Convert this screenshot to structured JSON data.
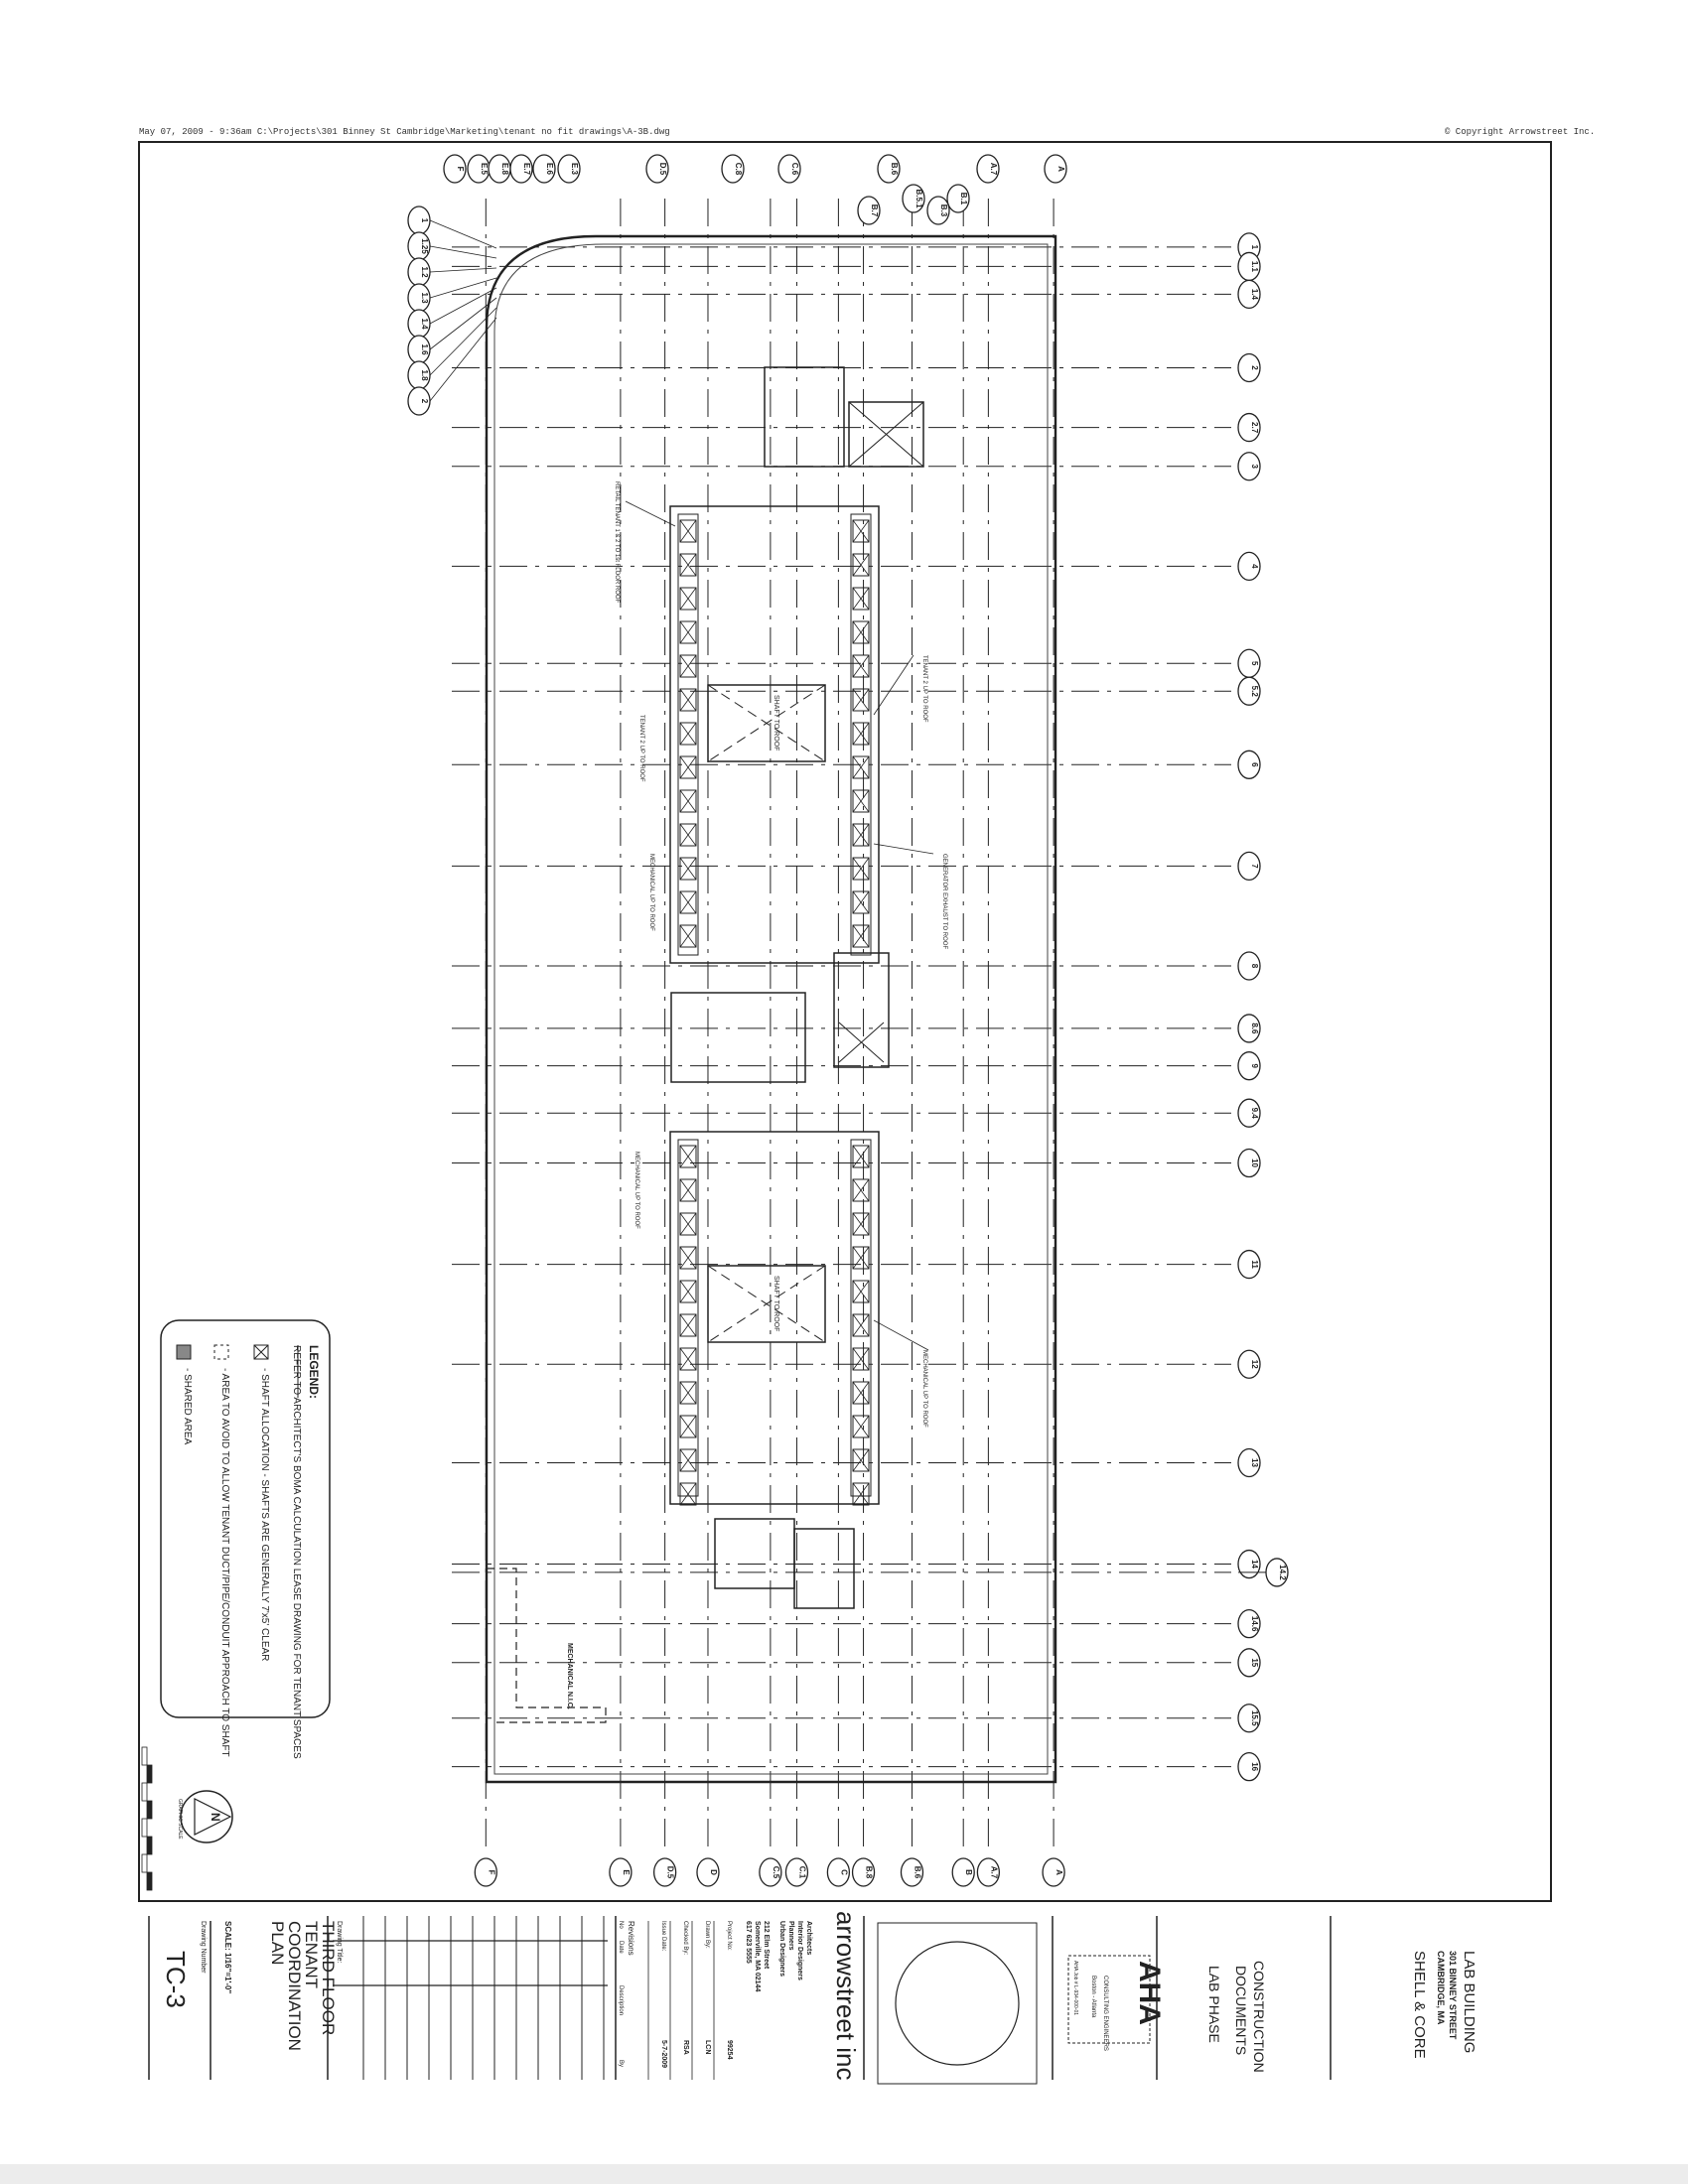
{
  "header": {
    "plot_stamp": "May 07, 2009 - 9:36am C:\\Projects\\301 Binney St Cambridge\\Marketing\\tenant no fit drawings\\A-3B.dwg",
    "copyright": "© Copyright Arrowstreet Inc."
  },
  "grid": {
    "rows": [
      "1",
      "1.1",
      "1.4",
      "2",
      "2.7",
      "3",
      "4",
      "5",
      "5.2",
      "6",
      "7",
      "8",
      "8.6",
      "9",
      "9.4",
      "10",
      "11",
      "12",
      "13",
      "14",
      "14.2",
      "14.6",
      "15",
      "15.5",
      "16"
    ],
    "left_rows": [
      "1",
      "1.25",
      "1.2",
      "1.3",
      "1.4",
      "1.6",
      "1.8",
      "2"
    ],
    "top_cols": [
      "F",
      "E.5",
      "E.8",
      "E.7",
      "E.6",
      "E.3",
      "D.5",
      "C.8",
      "C.6",
      "B.6",
      "B.7",
      "B.5.1",
      "B.3",
      "B.1",
      "A.7",
      "A"
    ],
    "bottom_cols": [
      "F",
      "E",
      "D.5",
      "D",
      "C.5",
      "C.1",
      "C",
      "B.8",
      "B.6",
      "B",
      "A.7",
      "A"
    ]
  },
  "plan_notes": {
    "mechanical": "MECHANICAL N.I.C.",
    "shaft_note_1": "TENANT 2 UP TO ROOF",
    "shaft_note_2": "MECHANICAL UP TO ROOF",
    "shaft_note_3": "RETAIL TENANT 1 & 2 TO 1st FLOOR ROOF",
    "shaft_note_4": "GENERATOR EXHAUST TO ROOF",
    "void_label": "SHAFT TO ROOF"
  },
  "legend": {
    "title": "LEGEND:",
    "intro": "REFER TO ARCHITECT'S BOMA CALCULATION LEASE DRAWING FOR TENANT SPACES",
    "items": [
      {
        "icon": "shaft-x-box",
        "text": "- SHAFT ALLOCATION - SHAFTS ARE GENERALLY 7'x5' CLEAR"
      },
      {
        "icon": "dashed-box",
        "text": "- AREA TO AVOID TO ALLOW TENANT DUCT/PIPE/CONDUIT APPROACH TO SHAFT"
      },
      {
        "icon": "hatched-box",
        "text": "- SHARED AREA"
      }
    ]
  },
  "north_arrow": {
    "label": "N",
    "scale_caption": "GRAPHIC SCALE"
  },
  "title_block": {
    "project_name": "LAB BUILDING",
    "address_1": "301 BINNEY STREET",
    "address_2": "CAMBRIDGE, MA",
    "project_sub": "SHELL & CORE",
    "phase_1": "CONSTRUCTION",
    "phase_2": "DOCUMENTS",
    "phase_3": "LAB PHASE",
    "engineer_logo": "AHA",
    "engineer_name": "CONSULTING ENGINEERS",
    "engineer_city": "Boston - Atlanta",
    "engineer_job": "AHA Job # L-934-000-01",
    "firm_name": "arrowstreet inc",
    "firm_roles": [
      "Architects",
      "Interior Designers",
      "Planners",
      "Urban Designers"
    ],
    "firm_address": [
      "212 Elm Street",
      "Somerville, MA 02144",
      "617 623 5555"
    ],
    "project_no_label": "Project No:",
    "project_no": "99254",
    "drawn_by_label": "Drawn By:",
    "drawn_by": "LCN",
    "checked_by_label": "Checked By:",
    "checked_by": "RSA",
    "issue_date_label": "Issue Date:",
    "issue_date": "5-7-2009",
    "revisions_label": "Revisions",
    "rev_cols": [
      "No",
      "Date",
      "Description",
      "By"
    ],
    "drawing_title_label": "Drawing Title:",
    "drawing_title": [
      "THIRD FLOOR",
      "TENANT",
      "COORDINATION",
      "PLAN"
    ],
    "scale": "SCALE: 1/16\"=1'-0\"",
    "drawing_number_label": "Drawing Number",
    "drawing_number": "TC-3"
  }
}
